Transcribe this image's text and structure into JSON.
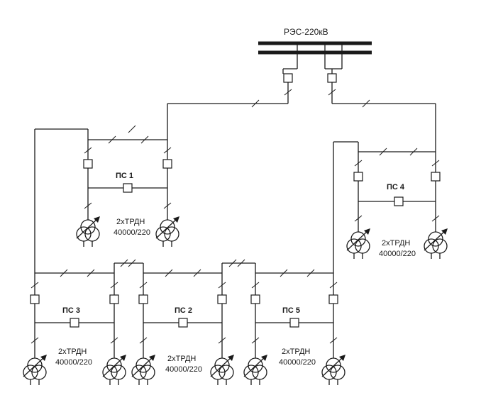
{
  "source": {
    "label": "РЭС-220кВ"
  },
  "substations": [
    {
      "id": "ps1",
      "name": "ПС 1",
      "transformer": [
        "2хТРДН",
        "40000/220"
      ]
    },
    {
      "id": "ps2",
      "name": "ПС 2",
      "transformer": [
        "2хТРДН",
        "40000/220"
      ]
    },
    {
      "id": "ps3",
      "name": "ПС 3",
      "transformer": [
        "2хТРДН",
        "40000/220"
      ]
    },
    {
      "id": "ps4",
      "name": "ПС 4",
      "transformer": [
        "2хТРДН",
        "40000/220"
      ]
    },
    {
      "id": "ps5",
      "name": "ПС 5",
      "transformer": [
        "2хТРДН",
        "40000/220"
      ]
    }
  ]
}
